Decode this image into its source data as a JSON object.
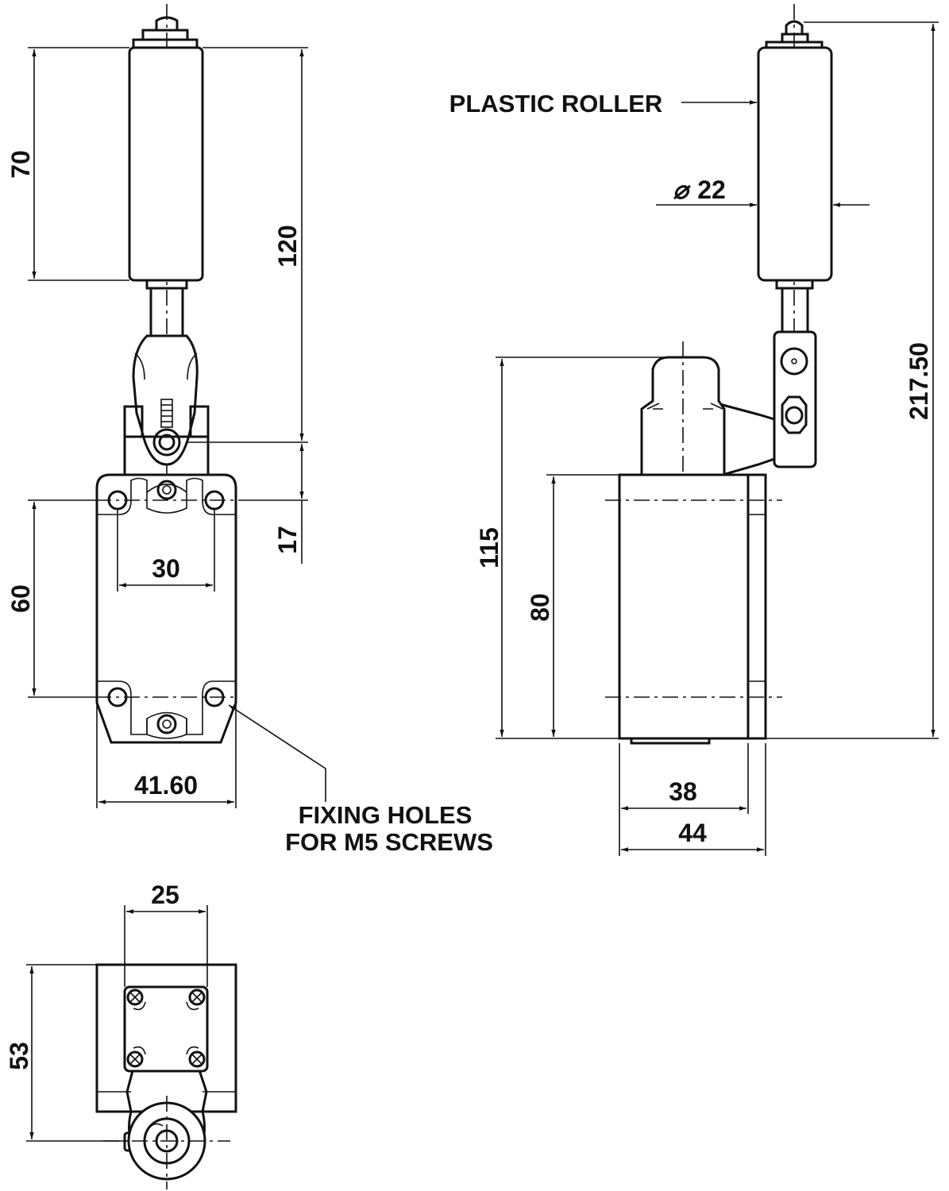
{
  "front_view": {
    "dim_roller_length": "70",
    "dim_lever_length": "120",
    "dim_lever_offset": "17",
    "dim_hole_spacing_h": "30",
    "dim_hole_spacing_v": "60",
    "dim_body_width": "41.60",
    "fixing_label_line1": "FIXING HOLES",
    "fixing_label_line2": "FOR M5 SCREWS"
  },
  "side_view": {
    "roller_label": "PLASTIC ROLLER",
    "diameter_symbol": "⌀",
    "dim_roller_diameter": "22",
    "dim_overall_height": "217.50",
    "dim_body_height_head": "115",
    "dim_body_height": "80",
    "dim_depth_inner": "38",
    "dim_depth_outer": "44"
  },
  "top_view": {
    "dim_cover_width": "25",
    "dim_body_depth": "53"
  }
}
